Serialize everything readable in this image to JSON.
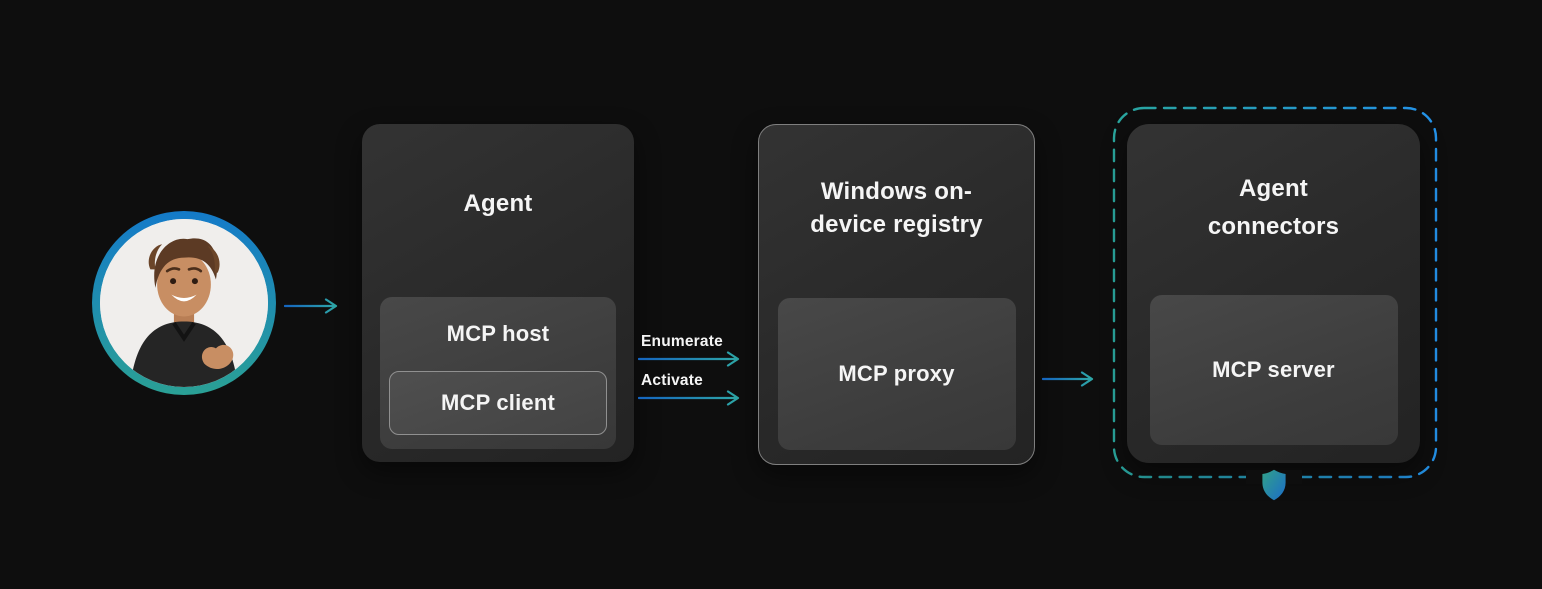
{
  "colors": {
    "background": "#0e0e0e",
    "text": "#f5f5f5",
    "avatar_ring_blue": "#147ac9",
    "avatar_ring_teal": "#2aa095",
    "arrow_blue": "#1565c0",
    "arrow_teal": "#2ea7a7",
    "dash_teal": "#2aa79e",
    "dash_blue": "#2492ea",
    "shield_teal": "#31a189",
    "shield_blue": "#1d6fc6",
    "client_box_border": "#909090",
    "registry_border": "#7f7f7f"
  },
  "icons": {
    "avatar": "user-avatar-photo",
    "shield": "shield-icon"
  },
  "nodes": {
    "agent": {
      "title": "Agent",
      "host_label": "MCP host",
      "client_label": "MCP client"
    },
    "registry": {
      "title_line1": "Windows on-",
      "title_line2": "device registry",
      "proxy_label": "MCP proxy"
    },
    "connectors": {
      "title_line1": "Agent",
      "title_line2": "connectors",
      "server_label": "MCP server"
    }
  },
  "edges": {
    "enumerate_label": "Enumerate",
    "activate_label": "Activate"
  }
}
